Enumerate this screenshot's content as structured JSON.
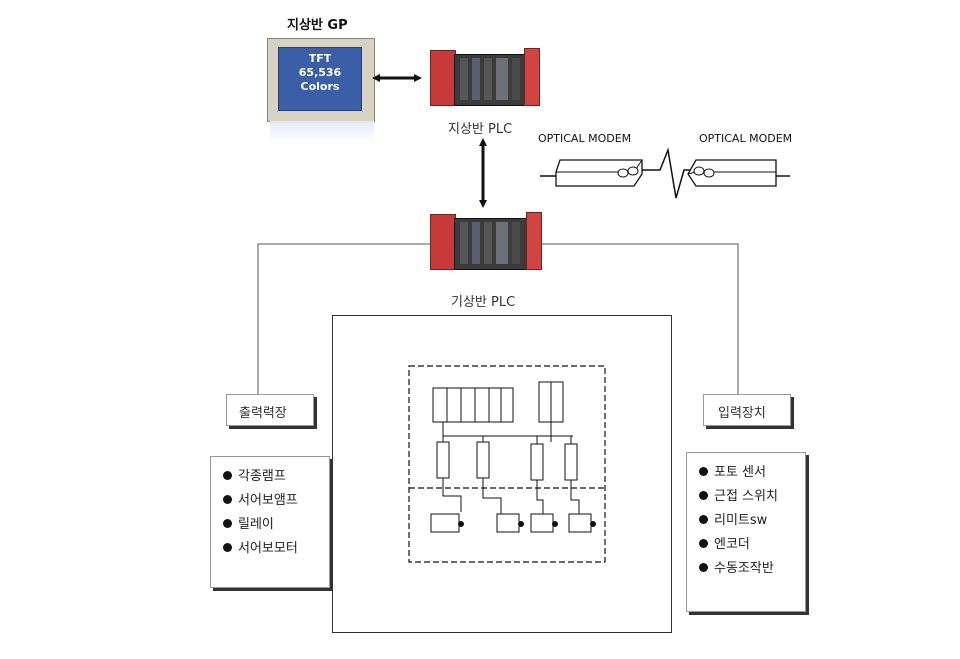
{
  "gp": {
    "title": "지상반 GP",
    "screen_lines": [
      "TFT",
      "65,536",
      "Colors"
    ]
  },
  "plc_upper": {
    "label": "지상반 PLC"
  },
  "plc_lower": {
    "label": "기상반 PLC"
  },
  "modem": {
    "left_label": "OPTICAL MODEM",
    "right_label": "OPTICAL MODEM"
  },
  "output": {
    "title": "출력력장",
    "items": [
      "각종램프",
      "서어보앰프",
      "릴레이",
      "서어보모터"
    ]
  },
  "input": {
    "title": "입력장치",
    "items": [
      "포토 센서",
      "근접 스위치",
      "리미트sw",
      "엔코더",
      "수동조작반"
    ]
  },
  "colors": {
    "plc_red": "#c83a3a",
    "plc_dark": "#3b3b3b",
    "line": "#555555",
    "gp_screen": "#3a5fa8"
  }
}
